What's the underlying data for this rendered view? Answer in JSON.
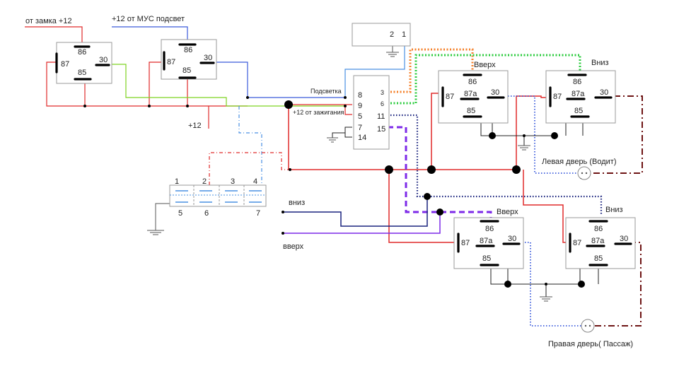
{
  "labels": {
    "ignition_lock": "от замка +12",
    "mus_backlight": "+12 от МУС подсвет",
    "plus12": "+12",
    "backlight": "Подсветка",
    "from_ignition": "+12 от зажигания",
    "down": "вниз",
    "up": "вверх",
    "left_door": "Левая дверь (Водит)",
    "right_door": "Правая дверь( Пассаж)"
  },
  "relay_titles": {
    "up": "Вверх",
    "down": "Вниз"
  },
  "relay_pins": {
    "p86": "86",
    "p85": "85",
    "p87": "87",
    "p87a": "87a",
    "p30": "30"
  },
  "connector_main": {
    "pins": [
      "8",
      "9",
      "5",
      "7",
      "14",
      "3",
      "6",
      "11",
      "15"
    ]
  },
  "connector_small": {
    "pins": [
      "2",
      "1"
    ]
  },
  "connector_bottom": {
    "top_pins": [
      "1",
      "2",
      "3",
      "4"
    ],
    "bottom_pins": [
      "5",
      "6",
      "7"
    ]
  },
  "colors": {
    "red": "#e02a2a",
    "green": "#7ed321",
    "blue": "#3b5bdb",
    "light_blue": "#4a90e2",
    "orange": "#f5812b",
    "bright_green": "#2ecc40",
    "navy": "#1a237e",
    "purple": "#7d2ae8",
    "maroon": "#6e1414"
  }
}
